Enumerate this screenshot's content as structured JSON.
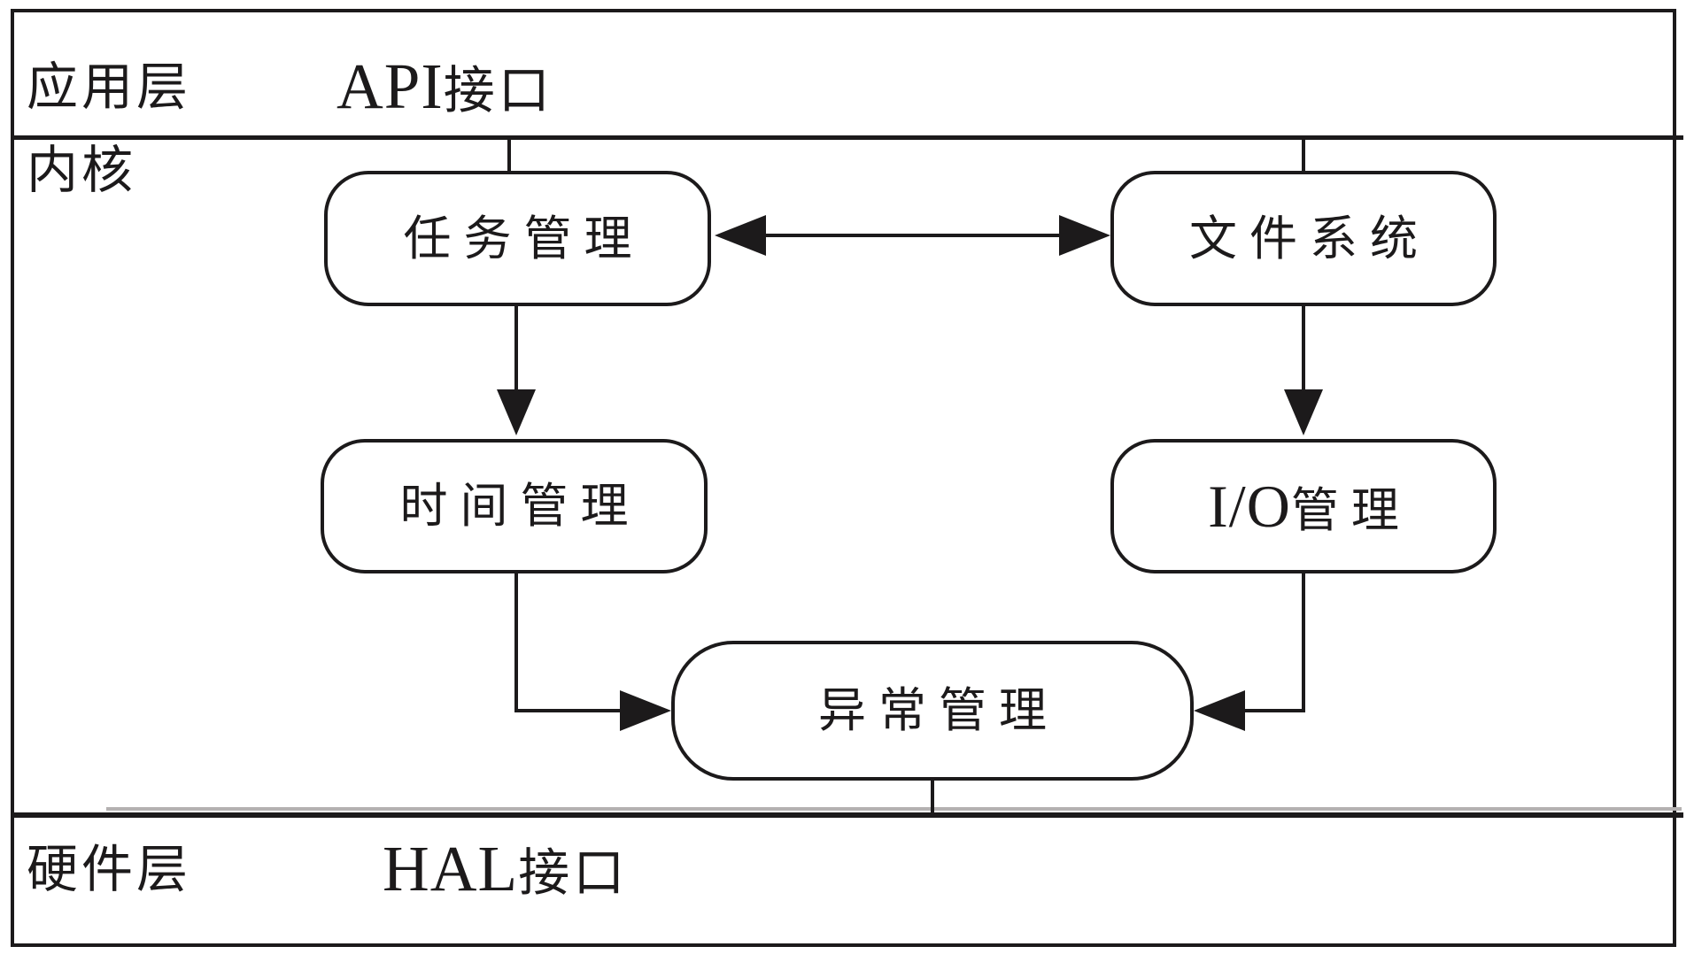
{
  "layers": {
    "application": {
      "label": "应用层",
      "interface_latin": "API",
      "interface_cjk": "接口"
    },
    "kernel": {
      "label": "内核"
    },
    "hardware": {
      "label": "硬件层",
      "interface_latin": "HAL",
      "interface_cjk": "接口"
    }
  },
  "nodes": {
    "task_management": "任务管理",
    "file_system": "文件系统",
    "time_management": "时间管理",
    "io_management": {
      "latin": "I/O",
      "cjk": "管理"
    },
    "exception_management": "异常管理"
  },
  "colors": {
    "ink": "#1c1a1b",
    "background": "#ffffff",
    "divider_shadow": "#b4b1b1"
  }
}
